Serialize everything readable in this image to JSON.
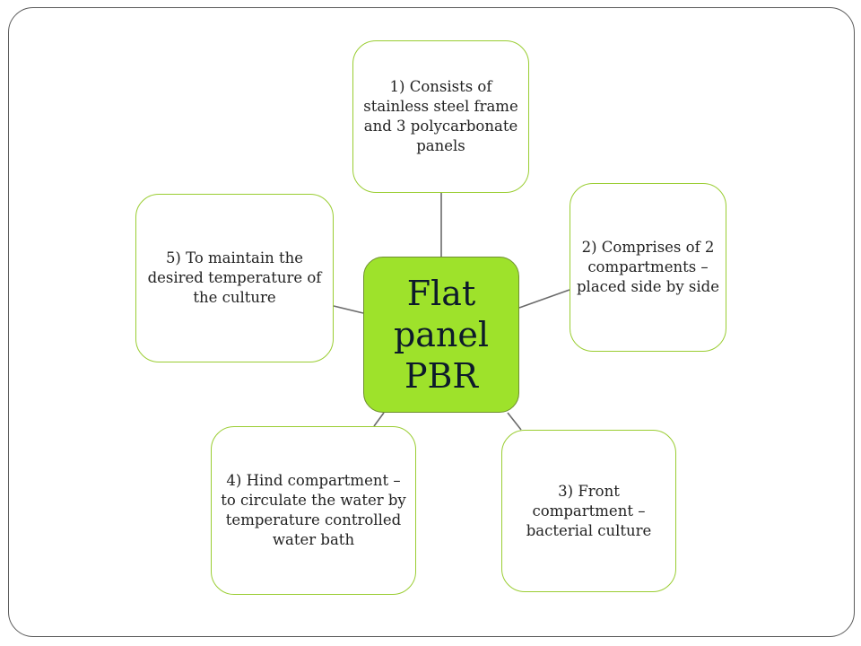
{
  "diagram": {
    "center": {
      "label": "Flat\npanel\nPBR",
      "fill_color": "#9ee22b"
    },
    "nodes": [
      {
        "id": "n1",
        "text": "1) Consists of stainless steel frame and 3 polycarbonate panels"
      },
      {
        "id": "n2",
        "text": "2) Comprises of 2 compartments – placed side by side"
      },
      {
        "id": "n3",
        "text": "3) Front compartment – bacterial culture"
      },
      {
        "id": "n4",
        "text": "4) Hind compartment – to circulate the water by temperature controlled water bath"
      },
      {
        "id": "n5",
        "text": "5) To maintain the desired temperature of the culture"
      }
    ],
    "node_border_color": "#9acd32",
    "connector_color": "#6b6b6b"
  }
}
